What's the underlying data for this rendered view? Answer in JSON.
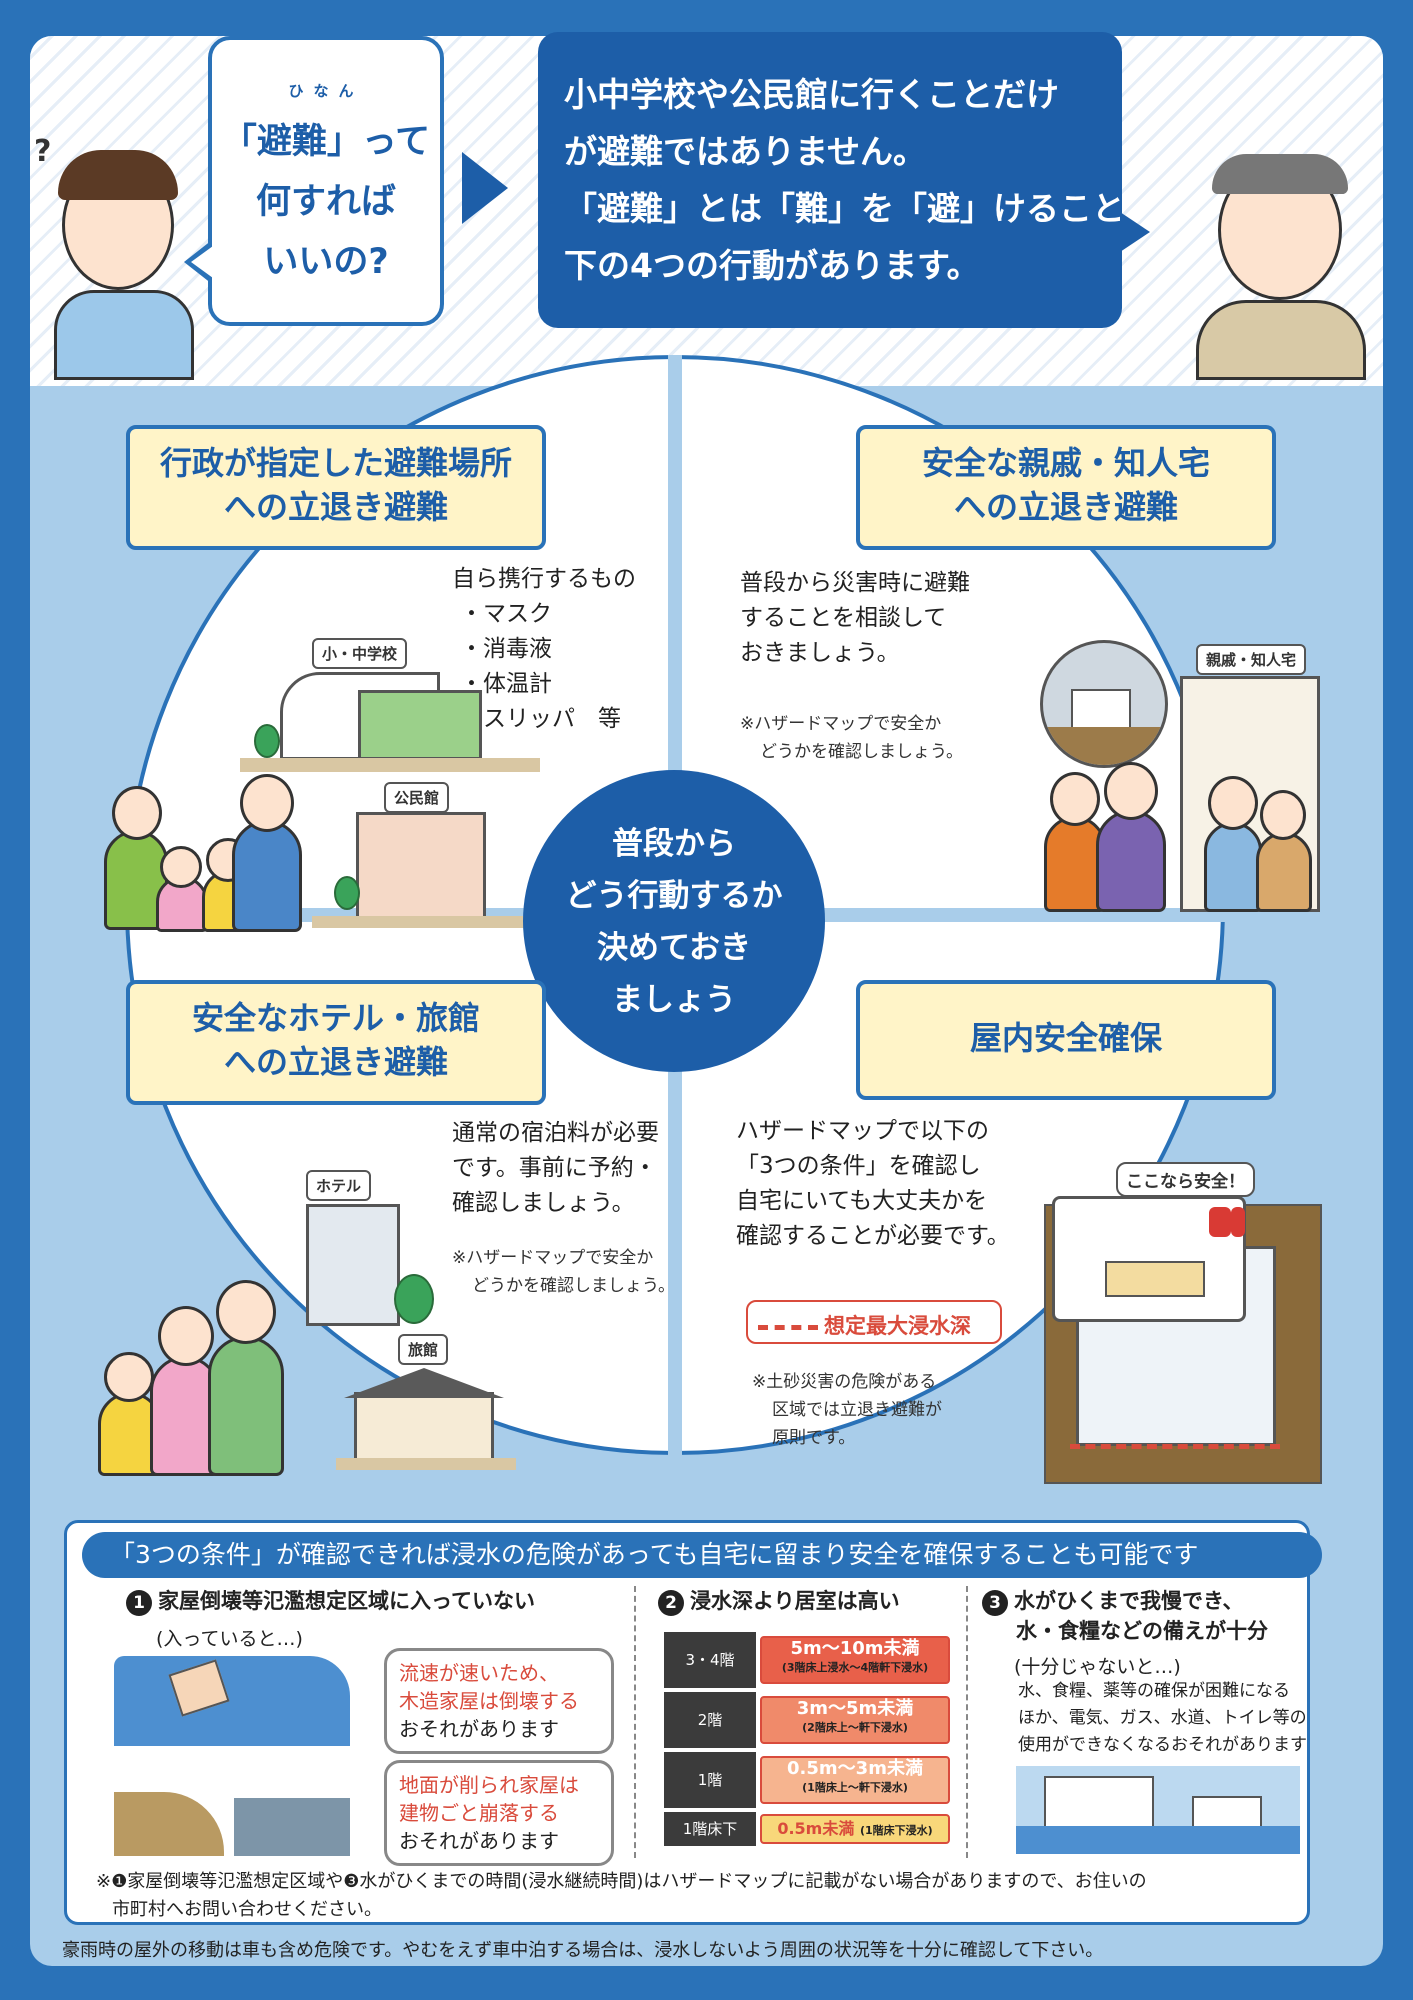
{
  "header": {
    "question_ruby": "ひなん",
    "question_lines": [
      "「避難」って",
      "何すれば",
      "いいの?"
    ],
    "answer_lines": [
      "小中学校や公民館に行くことだけ",
      "が避難ではありません。",
      "「避難」とは「難」を「避」けること。",
      "下の4つの行動があります。"
    ]
  },
  "center": {
    "lines": [
      "普段から",
      "どう行動するか",
      "決めておき",
      "ましょう"
    ]
  },
  "q1": {
    "title_lines": [
      "行政が指定した避難場所",
      "への立退き避難"
    ],
    "items_lines": [
      "自ら携行するもの",
      "・マスク",
      "・消毒液",
      "・体温計",
      "・スリッパ　等"
    ],
    "tag_school": "小・中学校",
    "tag_hall": "公民館"
  },
  "q2": {
    "title_lines": [
      "安全な親戚・知人宅",
      "への立退き避難"
    ],
    "body_lines": [
      "普段から災害時に避難",
      "することを相談して",
      "おきましょう。"
    ],
    "note_lines": [
      "※ハザードマップで安全か",
      "どうかを確認しましょう。"
    ],
    "tag_house": "親戚・知人宅"
  },
  "q3": {
    "title_lines": [
      "安全なホテル・旅館",
      "への立退き避難"
    ],
    "body_lines": [
      "通常の宿泊料が必要",
      "です。事前に予約・",
      "確認しましょう。"
    ],
    "note_lines": [
      "※ハザードマップで安全か",
      "どうかを確認しましょう。"
    ],
    "tag_hotel": "ホテル",
    "tag_ryokan": "旅館"
  },
  "q4": {
    "title": "屋内安全確保",
    "body_lines": [
      "ハザードマップで以下の",
      "「3つの条件」を確認し",
      "自宅にいても大丈夫かを",
      "確認することが必要です。"
    ],
    "legend": "想定最大浸水深",
    "note_lines": [
      "※土砂災害の危険がある",
      "区域では立退き避難が",
      "原則です。"
    ],
    "bubble": "ここなら安全！"
  },
  "conditions": {
    "title": "「3つの条件」が確認できれば浸水の危険があっても自宅に留まり安全を確保することも可能です",
    "c1": {
      "num": "1",
      "heading": "家屋倒壊等氾濫想定区域に入っていない",
      "sub": "(入っていると…)",
      "b1_red": [
        "流速が速いため、",
        "木造家屋は倒壊する"
      ],
      "b1_black": "おそれがあります",
      "b2_red": [
        "地面が削られ家屋は",
        "建物ごと崩落する"
      ],
      "b2_black": "おそれがあります"
    },
    "c2": {
      "num": "2",
      "heading": "浸水深より居室は高い",
      "floors": [
        {
          "label": "3・4階",
          "main": "5m〜10m未満",
          "sub": "(3階床上浸水〜4階軒下浸水)",
          "color": "#e8604a"
        },
        {
          "label": "2階",
          "main": "3m〜5m未満",
          "sub": "(2階床上〜軒下浸水)",
          "color": "#f08a6a"
        },
        {
          "label": "1階",
          "main": "0.5m〜3m未満",
          "sub": "(1階床上〜軒下浸水)",
          "color": "#f6b48f"
        },
        {
          "label": "1階床下",
          "main": "0.5m未満",
          "sub": "(1階床下浸水)",
          "color": "#f8d77a"
        }
      ]
    },
    "c3": {
      "num": "3",
      "heading_lines": [
        "水がひくまで我慢でき、",
        "水・食糧などの備えが十分"
      ],
      "sub": "(十分じゃないと…)",
      "body_lines": [
        "水、食糧、薬等の確保が困難になる",
        "ほか、電気、ガス、水道、トイレ等の",
        "使用ができなくなるおそれがあります"
      ]
    },
    "footnote_lines": [
      "※❶家屋倒壊等氾濫想定区域や❸水がひくまでの時間(浸水継続時間)はハザードマップに記載がない場合がありますので、お住いの",
      "市町村へお問い合わせください。"
    ]
  },
  "bottom_bar": "豪雨時の屋外の移動は車も含め危険です。やむをえず車中泊する場合は、浸水しないよう周囲の状況等を十分に確認して下さい。"
}
